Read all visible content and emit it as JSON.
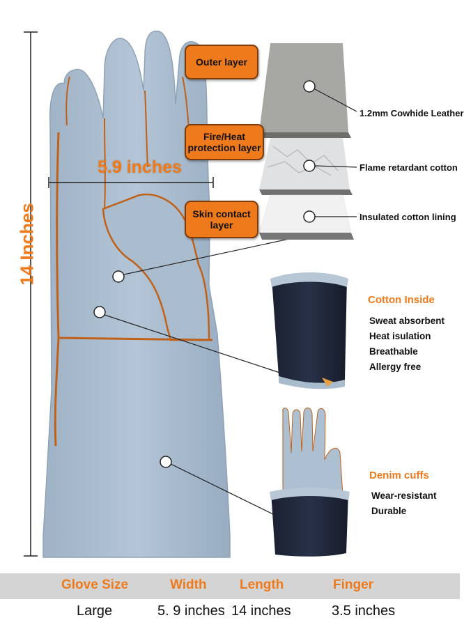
{
  "dimensions": {
    "length": "14 Inches",
    "width": "5.9 inches"
  },
  "layers": [
    {
      "label": "Outer layer",
      "callout": "1.2mm Cowhide Leather"
    },
    {
      "label": "Fire/Heat\nprotection layer",
      "callout": "Flame retardant cotton"
    },
    {
      "label": "Skin contact\nlayer",
      "callout": "Insulated cotton lining"
    }
  ],
  "cotton_inside": {
    "title": "Cotton Inside",
    "features": [
      "Sweat absorbent",
      "Heat isulation",
      "Breathable",
      "Allergy free"
    ]
  },
  "denim_cuffs": {
    "title": "Denim cuffs",
    "features": [
      "Wear-resistant",
      "Durable"
    ]
  },
  "spec_table": {
    "headers": [
      "Glove Size",
      "Width",
      "Length",
      "Finger"
    ],
    "values": [
      "Large",
      "5. 9 inches",
      "14 inches",
      "3.5 inches"
    ]
  },
  "colors": {
    "accent": "#ee7a1c",
    "leather": "#a9bccd",
    "denim": "#1b2133",
    "stitch": "#c0611a"
  },
  "icons": [
    "glove-illustration",
    "leather-swatch",
    "foil-swatch",
    "cotton-swatch",
    "cuff-illustration",
    "small-glove-illustration"
  ]
}
